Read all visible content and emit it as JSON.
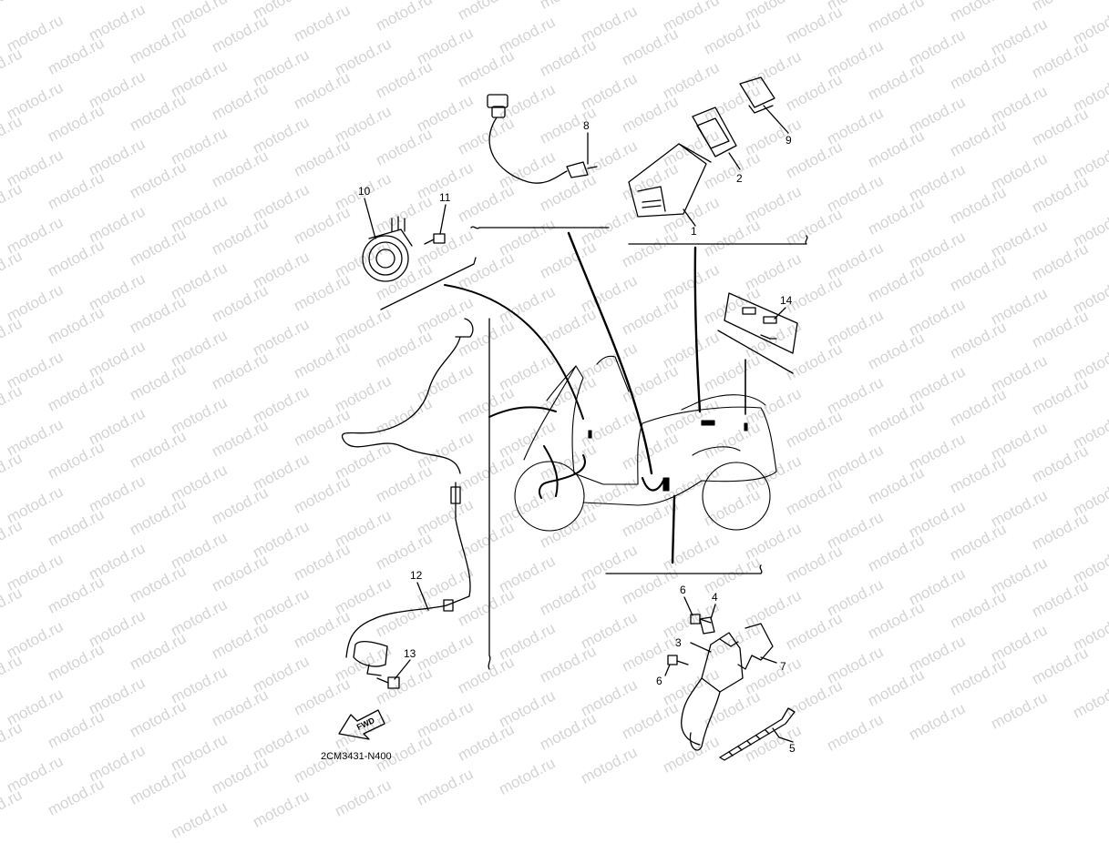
{
  "watermark": {
    "text": "motod.ru",
    "color": "#d4d4d4"
  },
  "diagram_code": "2CM3431-N400",
  "fwd_label": "FWD",
  "callouts": [
    {
      "id": "1",
      "label": "1"
    },
    {
      "id": "2",
      "label": "2"
    },
    {
      "id": "3",
      "label": "3"
    },
    {
      "id": "4",
      "label": "4"
    },
    {
      "id": "5",
      "label": "5"
    },
    {
      "id": "6a",
      "label": "6"
    },
    {
      "id": "6b",
      "label": "6"
    },
    {
      "id": "7",
      "label": "7"
    },
    {
      "id": "8",
      "label": "8"
    },
    {
      "id": "9",
      "label": "9"
    },
    {
      "id": "10",
      "label": "10"
    },
    {
      "id": "11",
      "label": "11"
    },
    {
      "id": "12",
      "label": "12"
    },
    {
      "id": "13",
      "label": "13"
    },
    {
      "id": "14",
      "label": "14"
    }
  ],
  "icons": {
    "horn": "horn-icon",
    "sensor": "sensor-icon",
    "ecu": "ecu-icon",
    "coil": "ignition-coil-icon",
    "battery": "battery-icon",
    "scooter": "scooter-outline-icon",
    "arrow": "fwd-arrow-icon"
  }
}
